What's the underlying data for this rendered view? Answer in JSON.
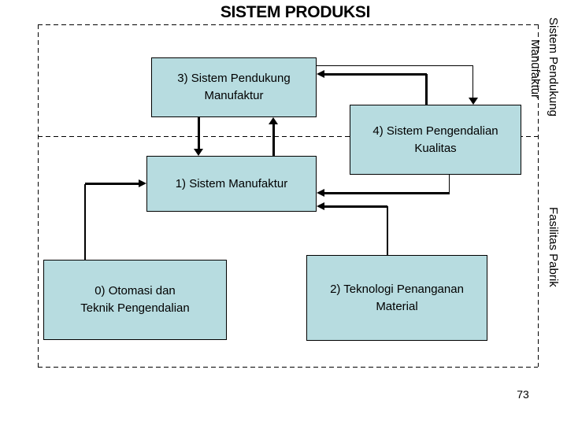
{
  "slide": {
    "title": "SISTEM PRODUKSI",
    "page_number": "73"
  },
  "colors": {
    "background": "#ffffff",
    "box_fill": "#b7dce0",
    "box_border": "#000000",
    "line_color": "#000000",
    "text_color": "#000000"
  },
  "region_labels": {
    "upper_vertical_line1": "Sistem Pendukung",
    "upper_vertical_line2": "Manufaktur",
    "lower_vertical": "Fasilitas Pabrik"
  },
  "nodes": [
    {
      "id": "support-system",
      "lines": [
        "3) Sistem Pendukung",
        "Manufaktur"
      ]
    },
    {
      "id": "quality-control",
      "lines": [
        "4) Sistem Pengendalian",
        "Kualitas"
      ]
    },
    {
      "id": "manufacturing-system",
      "lines": [
        "1) Sistem Manufaktur"
      ]
    },
    {
      "id": "automation",
      "lines": [
        "0) Otomasi dan",
        "Teknik Pengendalian"
      ]
    },
    {
      "id": "material-handling",
      "lines": [
        "2) Teknologi Penanganan",
        "Material"
      ]
    }
  ],
  "edges": [
    {
      "from": "3) Sistem Pendukung Manufaktur",
      "to": "1) Sistem Manufaktur"
    },
    {
      "from": "1) Sistem Manufaktur",
      "to": "3) Sistem Pendukung Manufaktur"
    },
    {
      "from": "3) Sistem Pendukung Manufaktur",
      "to": "4) Sistem Pengendalian Kualitas"
    },
    {
      "from": "4) Sistem Pengendalian Kualitas",
      "to": "3) Sistem Pendukung Manufaktur"
    },
    {
      "from": "4) Sistem Pengendalian Kualitas",
      "to": "1) Sistem Manufaktur"
    },
    {
      "from": "2) Teknologi Penanganan Material",
      "to": "1) Sistem Manufaktur"
    },
    {
      "from": "0) Otomasi dan Teknik Pengendalian",
      "to": "1) Sistem Manufaktur"
    }
  ]
}
